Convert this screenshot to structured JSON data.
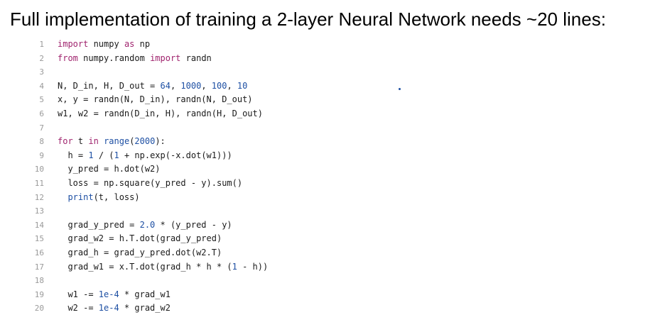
{
  "title": "Full implementation of training a 2-layer Neural Network needs ~20 lines:",
  "code_lines": [
    {
      "n": "1",
      "tokens": [
        [
          "kw",
          "import"
        ],
        [
          "t",
          " numpy "
        ],
        [
          "kw",
          "as"
        ],
        [
          "t",
          " np"
        ]
      ]
    },
    {
      "n": "2",
      "tokens": [
        [
          "kw",
          "from"
        ],
        [
          "t",
          " numpy.random "
        ],
        [
          "kw",
          "import"
        ],
        [
          "t",
          " randn"
        ]
      ]
    },
    {
      "n": "3",
      "tokens": []
    },
    {
      "n": "4",
      "tokens": [
        [
          "t",
          "N, D_in, H, D_out = "
        ],
        [
          "num",
          "64"
        ],
        [
          "t",
          ", "
        ],
        [
          "num",
          "1000"
        ],
        [
          "t",
          ", "
        ],
        [
          "num",
          "100"
        ],
        [
          "t",
          ", "
        ],
        [
          "num",
          "10"
        ]
      ]
    },
    {
      "n": "5",
      "tokens": [
        [
          "t",
          "x, y = randn(N, D_in), randn(N, D_out)"
        ]
      ]
    },
    {
      "n": "6",
      "tokens": [
        [
          "t",
          "w1, w2 = randn(D_in, H), randn(H, D_out)"
        ]
      ]
    },
    {
      "n": "7",
      "tokens": []
    },
    {
      "n": "8",
      "tokens": [
        [
          "kw",
          "for"
        ],
        [
          "t",
          " t "
        ],
        [
          "kw",
          "in"
        ],
        [
          "t",
          " "
        ],
        [
          "bi",
          "range"
        ],
        [
          "t",
          "("
        ],
        [
          "num",
          "2000"
        ],
        [
          "t",
          "):"
        ]
      ]
    },
    {
      "n": "9",
      "tokens": [
        [
          "t",
          "  h = "
        ],
        [
          "num",
          "1"
        ],
        [
          "t",
          " / ("
        ],
        [
          "num",
          "1"
        ],
        [
          "t",
          " + np.exp(-x.dot(w1)))"
        ]
      ]
    },
    {
      "n": "10",
      "tokens": [
        [
          "t",
          "  y_pred = h.dot(w2)"
        ]
      ]
    },
    {
      "n": "11",
      "tokens": [
        [
          "t",
          "  loss = np.square(y_pred - y).sum()"
        ]
      ]
    },
    {
      "n": "12",
      "tokens": [
        [
          "t",
          "  "
        ],
        [
          "bi",
          "print"
        ],
        [
          "t",
          "(t, loss)"
        ]
      ]
    },
    {
      "n": "13",
      "tokens": []
    },
    {
      "n": "14",
      "tokens": [
        [
          "t",
          "  grad_y_pred = "
        ],
        [
          "num",
          "2.0"
        ],
        [
          "t",
          " * (y_pred - y)"
        ]
      ]
    },
    {
      "n": "15",
      "tokens": [
        [
          "t",
          "  grad_w2 = h.T.dot(grad_y_pred)"
        ]
      ]
    },
    {
      "n": "16",
      "tokens": [
        [
          "t",
          "  grad_h = grad_y_pred.dot(w2.T)"
        ]
      ]
    },
    {
      "n": "17",
      "tokens": [
        [
          "t",
          "  grad_w1 = x.T.dot(grad_h * h * ("
        ],
        [
          "num",
          "1"
        ],
        [
          "t",
          " - h))"
        ]
      ]
    },
    {
      "n": "18",
      "tokens": []
    },
    {
      "n": "19",
      "tokens": [
        [
          "t",
          "  w1 -= "
        ],
        [
          "num",
          "1e-4"
        ],
        [
          "t",
          " * grad_w1"
        ]
      ]
    },
    {
      "n": "20",
      "tokens": [
        [
          "t",
          "  w2 -= "
        ],
        [
          "num",
          "1e-4"
        ],
        [
          "t",
          " * grad_w2"
        ]
      ]
    }
  ]
}
